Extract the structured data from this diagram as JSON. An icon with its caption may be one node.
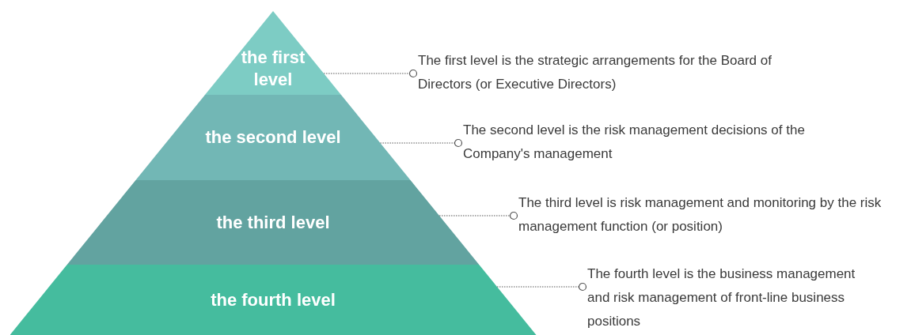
{
  "diagram": {
    "nodes": [
      {
        "text": [
          "the first level"
        ]
      },
      {
        "text": [
          "the second level"
        ]
      },
      {
        "text": [
          "the third level"
        ]
      },
      {
        "text": [
          "the fourth level"
        ]
      },
      {
        "text": [
          "The first level is the strategic arrangements for the Board of Directors (or Executive Directors)"
        ]
      },
      {
        "text": [
          "The second level is the risk management decisions of the Company's management"
        ]
      },
      {
        "text": [
          "The third level is risk management and monitoring by the risk management function (or position)"
        ]
      },
      {
        "text": [
          "The fourth level is the business management and risk management of front-line business positions"
        ]
      }
    ],
    "edges": [
      {
        "from": 0,
        "to": 4,
        "arrow": "other"
      },
      {
        "from": 1,
        "to": 5,
        "arrow": "other"
      },
      {
        "from": 2,
        "to": 6,
        "arrow": "other"
      },
      {
        "from": 3,
        "to": 7,
        "arrow": "other"
      }
    ]
  }
}
